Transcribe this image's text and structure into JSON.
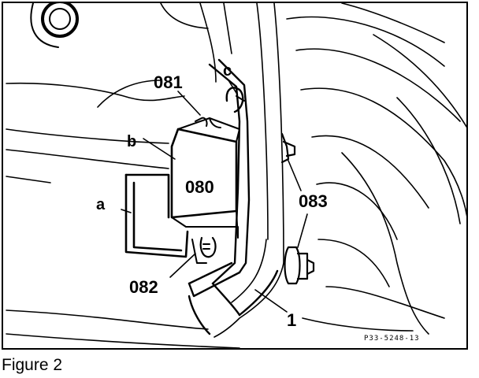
{
  "figure": {
    "caption": "Figure 2",
    "code": "P33-5248-13"
  },
  "labels": {
    "081": "081",
    "080": "080",
    "082": "082",
    "083": "083",
    "a": "a",
    "b": "b",
    "c": "c",
    "1": "1"
  }
}
